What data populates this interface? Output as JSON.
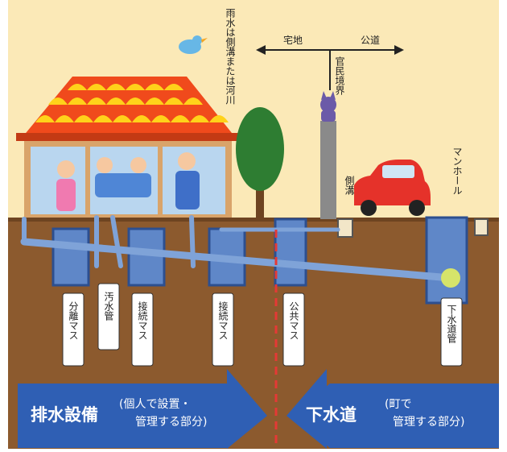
{
  "colors": {
    "background": "#fbe9b7",
    "ground": "#8c5a2e",
    "pipe": "#7fa3d8",
    "banner": "#2f5fb4",
    "roof": "#f04a1c",
    "car": "#e5322a",
    "tree": "#2e7d32"
  },
  "top_labels": {
    "rain_drain": "雨水は側溝または河川",
    "residential": "宅地",
    "public_road": "公道",
    "boundary": "官民境界",
    "side_ditch": "側溝",
    "manhole": "マンホール"
  },
  "underground_labels": {
    "separation_box": "分離マス",
    "sewage_pipe": "汚水管",
    "connection_box_1": "接続マス",
    "connection_box_2": "接続マス",
    "public_box": "公共マス",
    "sewer_main": "下水道管"
  },
  "banner_left": {
    "title": "排水設備",
    "line1": "(個人で設置・",
    "line2": "管理する部分)"
  },
  "banner_right": {
    "title": "下水道",
    "line1": "(町で",
    "line2": "管理する部分)"
  },
  "icons": [
    "bird-icon",
    "cat-icon",
    "car-icon",
    "tree-icon",
    "house-icon"
  ]
}
